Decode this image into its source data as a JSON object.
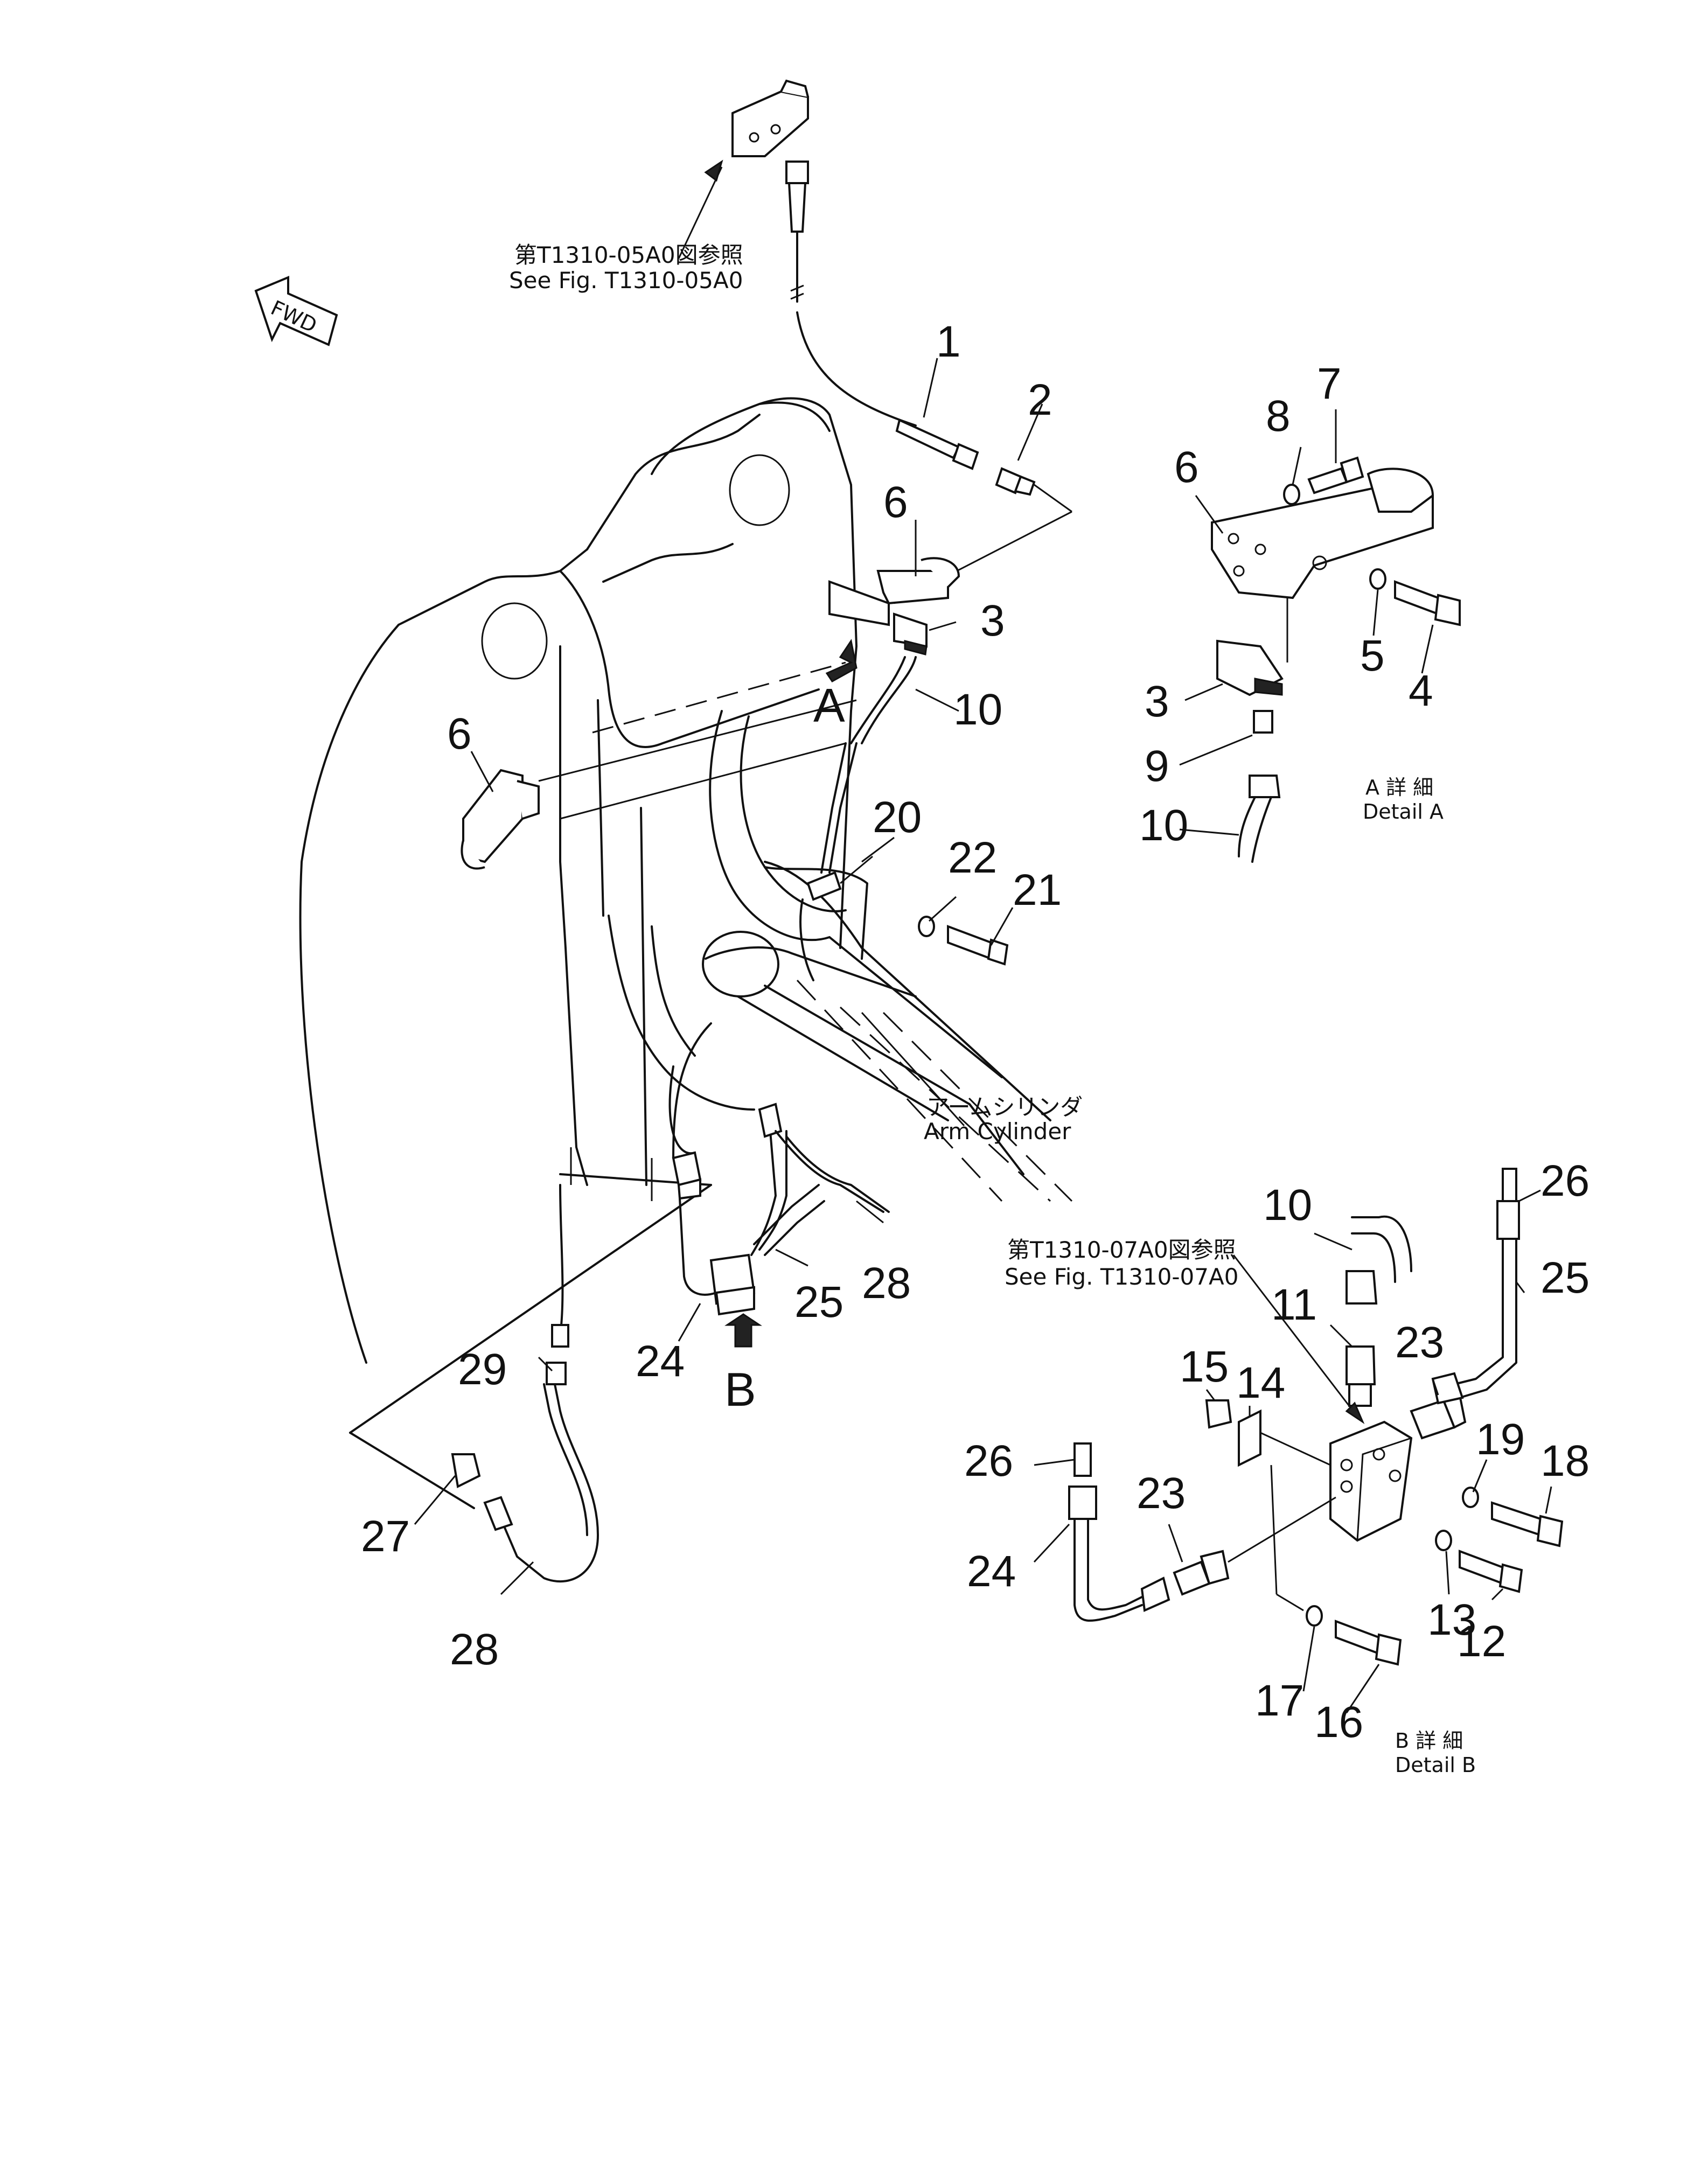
{
  "references": {
    "top_jp": "第T1310-05A0図参照",
    "top_en": "See  Fig. T1310-05A0",
    "mid_jp": "第T1310-07A0図参照",
    "mid_en": "See  Fig. T1310-07A0"
  },
  "fwd_label": "FWD",
  "arm_cylinder": {
    "jp": "アームシリンダ",
    "en": "Arm  Cylinder"
  },
  "view_markers": {
    "a": "A",
    "b": "B"
  },
  "detail_a": {
    "jp": "A 詳 細",
    "en": "Detail  A"
  },
  "detail_b": {
    "jp": "B 詳 細",
    "en": "Detail  B"
  },
  "part_numbers": {
    "p1": "1",
    "p2": "2",
    "p3": "3",
    "p4": "4",
    "p5": "5",
    "p6": "6",
    "p7": "7",
    "p8": "8",
    "p9": "9",
    "p10": "10",
    "p11": "11",
    "p12": "12",
    "p13": "13",
    "p14": "14",
    "p15": "15",
    "p16": "16",
    "p17": "17",
    "p18": "18",
    "p19": "19",
    "p20": "20",
    "p21": "21",
    "p22": "22",
    "p23": "23",
    "p24": "24",
    "p25": "25",
    "p26": "26",
    "p27": "27",
    "p28": "28",
    "p29": "29"
  }
}
